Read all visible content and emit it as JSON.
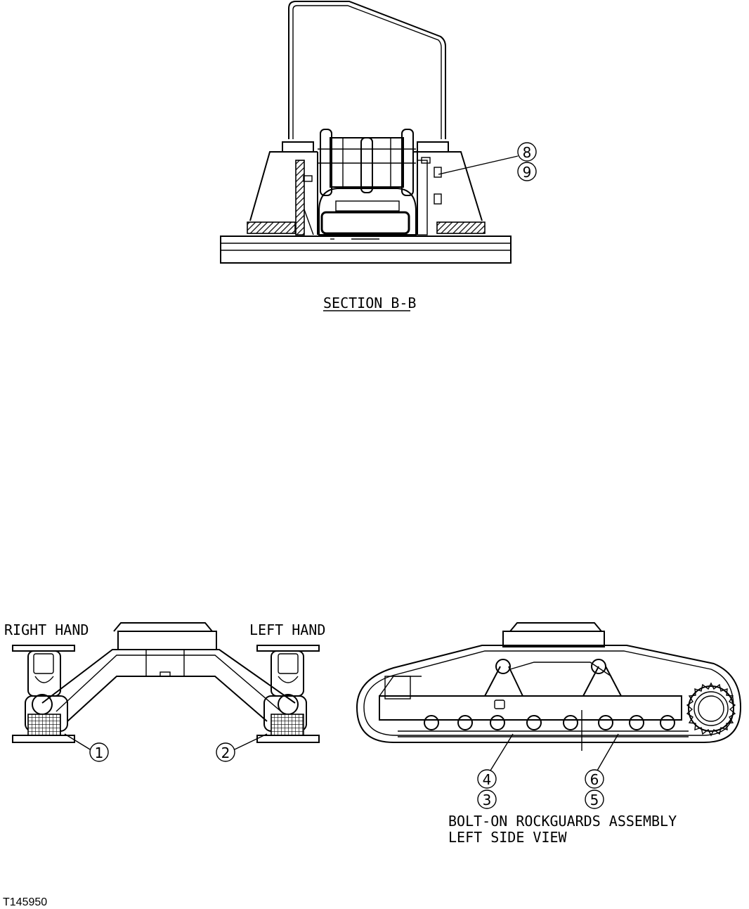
{
  "section_title": "SECTION B-B",
  "labels": {
    "right_hand": "RIGHT HAND",
    "left_hand": "LEFT HAND",
    "assembly_line1": "BOLT-ON ROCKGUARDS ASSEMBLY",
    "assembly_line2": "LEFT SIDE VIEW"
  },
  "callouts": {
    "c1": "1",
    "c2": "2",
    "c3": "3",
    "c4": "4",
    "c5": "5",
    "c6": "6",
    "c8": "8",
    "c9": "9"
  },
  "figure_code": "T145950"
}
